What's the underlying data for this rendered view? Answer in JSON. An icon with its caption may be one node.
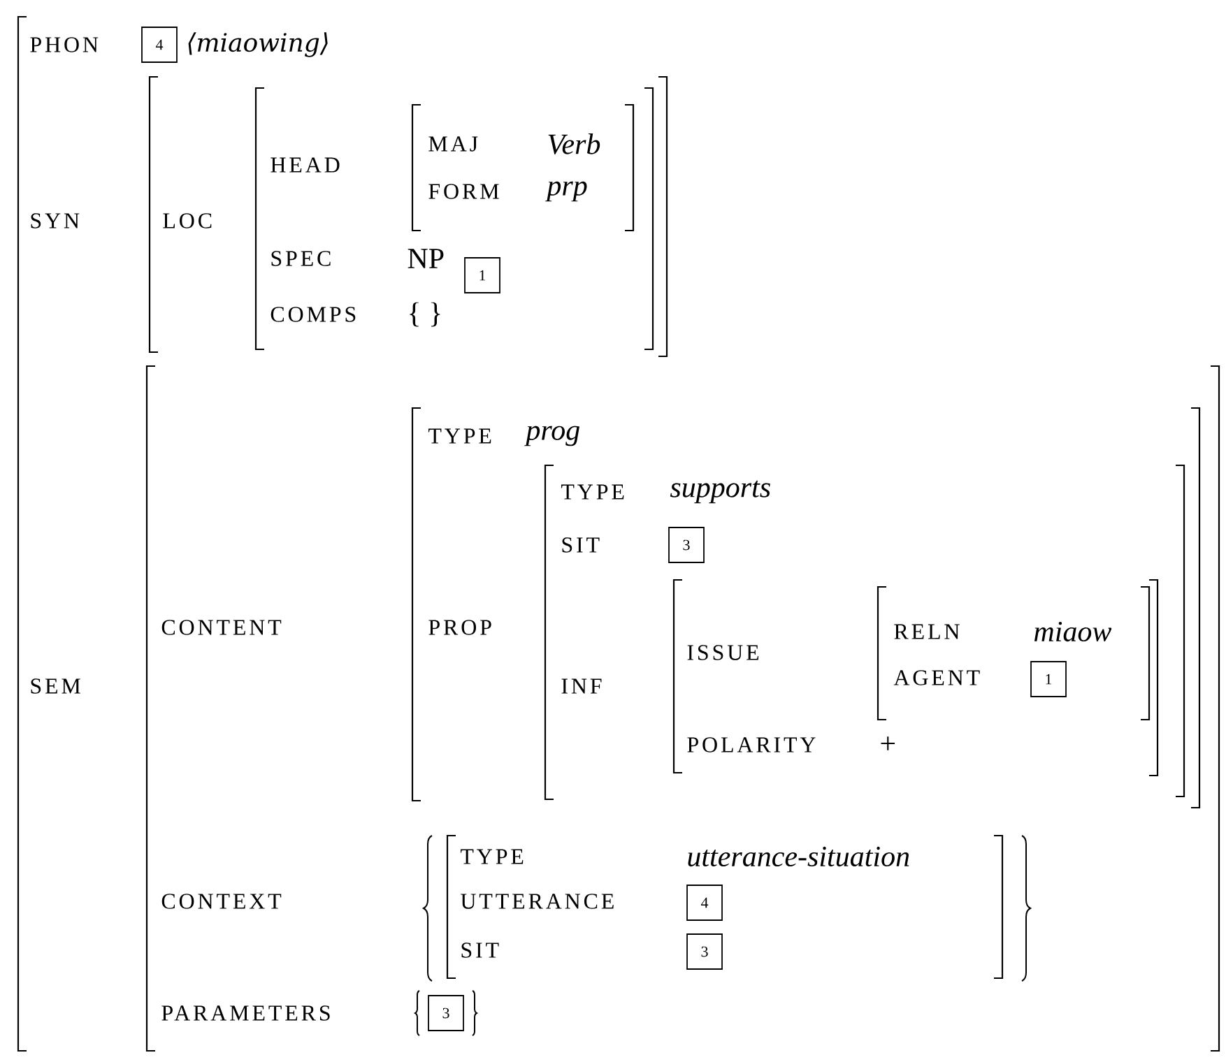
{
  "diagram": {
    "nodes": [
      {
        "text": [
          "4"
        ]
      },
      {
        "text": [
          "1"
        ]
      },
      {
        "text": [
          "3"
        ]
      },
      {
        "text": [
          "1"
        ]
      },
      {
        "text": [
          "4"
        ]
      },
      {
        "text": [
          "3"
        ]
      },
      {
        "text": [
          "3"
        ]
      }
    ],
    "labels": [
      "PHON",
      "⟨miaowing⟩",
      "SYN",
      "LOC",
      "HEAD",
      "MAJ",
      "Verb",
      "FORM",
      "prp",
      "SPEC",
      "NP",
      "COMPS",
      "{ }",
      "SEM",
      "CONTENT",
      "TYPE",
      "prog",
      "PROP",
      "TYPE",
      "supports",
      "SIT",
      "INF",
      "ISSUE",
      "RELN",
      "miaow",
      "AGENT",
      "POLARITY",
      "+",
      "CONTEXT",
      "TYPE",
      "utterance-situation",
      "UTTERANCE",
      "SIT",
      "PARAMETERS"
    ]
  }
}
